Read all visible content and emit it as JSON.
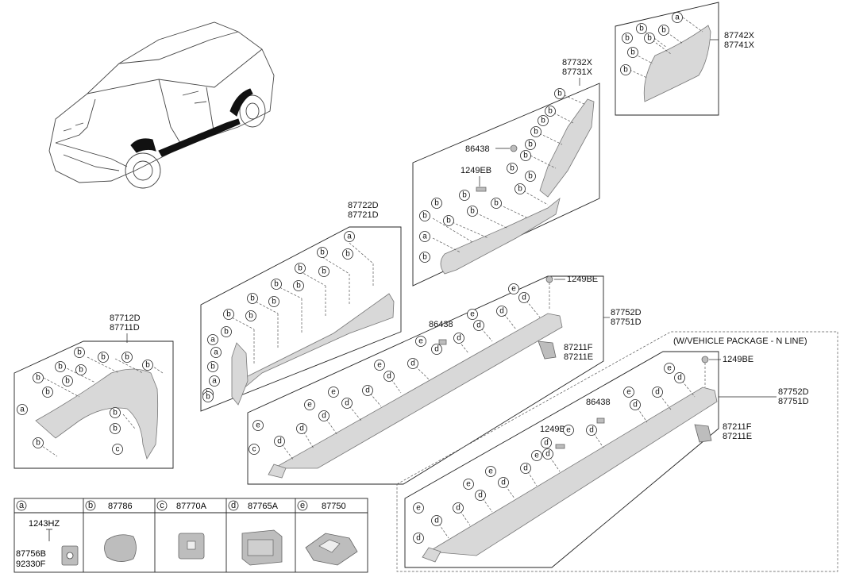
{
  "groups": {
    "rear_moulding": {
      "labels": [
        "87742X",
        "87741X"
      ]
    },
    "rocker_upper": {
      "labels": [
        "87732X",
        "87731X"
      ],
      "parts": [
        "86438",
        "1249EB"
      ]
    },
    "door_lower": {
      "labels": [
        "87722D",
        "87721D"
      ]
    },
    "fender": {
      "labels": [
        "87712D",
        "87711D"
      ]
    },
    "side_sill": {
      "labels": [
        "87752D",
        "87751D"
      ],
      "parts": [
        "1249BE",
        "86438",
        "87211F",
        "87211E"
      ]
    },
    "n_line": {
      "title": "(W/VEHICLE PACKAGE - N LINE)",
      "labels": [
        "87752D",
        "87751D"
      ],
      "parts": [
        "1249BE",
        "86438",
        "1249BE",
        "87211F",
        "87211E"
      ]
    }
  },
  "callout_letters": [
    "a",
    "b",
    "c",
    "d",
    "e"
  ],
  "legend": {
    "a": {
      "letter": "a",
      "parts": [
        "1243HZ",
        "87756B",
        "92330F"
      ]
    },
    "b": {
      "letter": "b",
      "part": "87786"
    },
    "c": {
      "letter": "c",
      "part": "87770A"
    },
    "d": {
      "letter": "d",
      "part": "87765A"
    },
    "e": {
      "letter": "e",
      "part": "87750"
    }
  }
}
